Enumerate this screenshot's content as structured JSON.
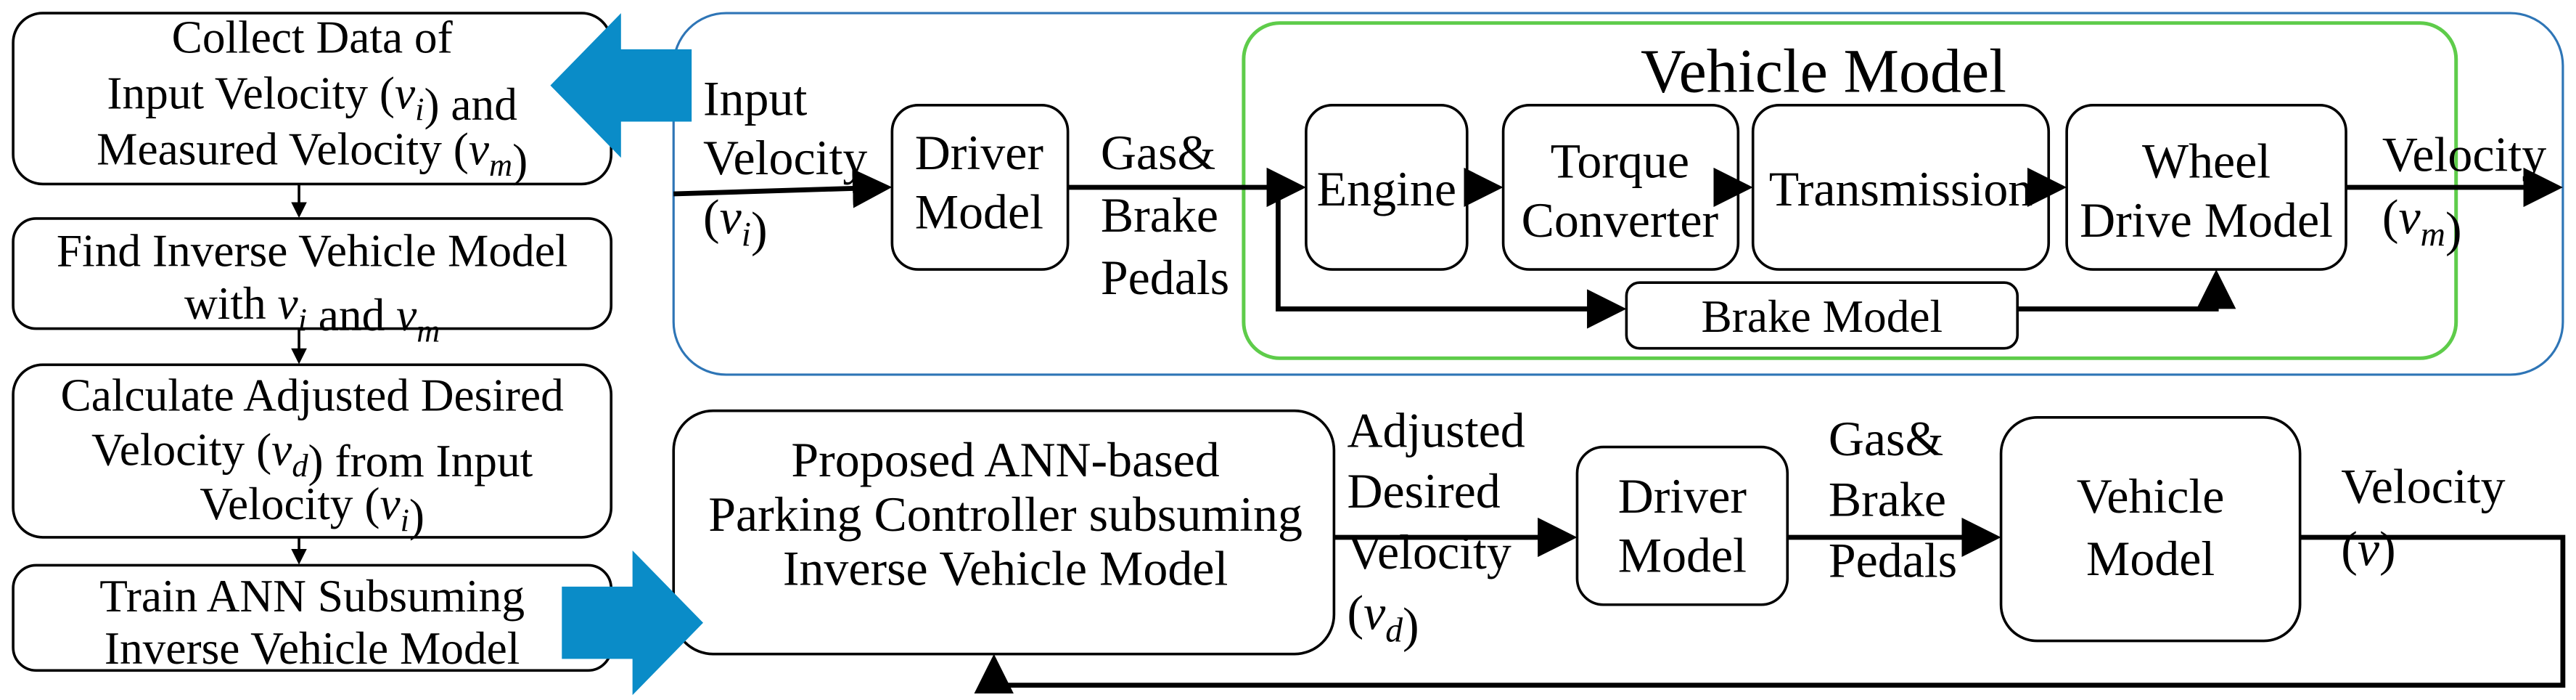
{
  "colors": {
    "system_box": "#2e75b6",
    "vehicle_box": "#5ecc4a",
    "transfer_arrow": "#0a8cc8",
    "line": "#000000"
  },
  "labels": {
    "step_collect": [
      [
        "Collect Data of"
      ],
      [
        "Input Velocity (",
        {
          "v": "v",
          "sub": "i"
        },
        ") and"
      ],
      [
        "Measured Velocity (",
        {
          "v": "v",
          "sub": "m"
        },
        ")"
      ]
    ],
    "step_find": [
      [
        "Find Inverse Vehicle Model"
      ],
      [
        "with ",
        {
          "v": "v",
          "sub": "i"
        },
        " and ",
        {
          "v": "v",
          "sub": "m"
        }
      ]
    ],
    "step_calc": [
      [
        "Calculate Adjusted Desired"
      ],
      [
        "Velocity (",
        {
          "v": "v",
          "sub": "d"
        },
        ") from Input"
      ],
      [
        "Velocity (",
        {
          "v": "v",
          "sub": "i"
        },
        ")"
      ]
    ],
    "step_train": [
      [
        "Train ANN Subsuming"
      ],
      [
        "Inverse Vehicle Model"
      ]
    ],
    "input_velocity": [
      [
        "Input"
      ],
      [
        "Velocity"
      ],
      [
        "(",
        {
          "v": "v",
          "sub": "i"
        },
        ")"
      ]
    ],
    "driver_model_top": [
      [
        "Driver"
      ],
      [
        "Model"
      ]
    ],
    "pedals_top": [
      [
        "Gas&"
      ],
      [
        "Brake"
      ],
      [
        "Pedals"
      ]
    ],
    "vehicle_model_title": [
      [
        "Vehicle Model"
      ]
    ],
    "engine": [
      [
        "Engine"
      ]
    ],
    "torque_converter": [
      [
        "Torque"
      ],
      [
        "Converter"
      ]
    ],
    "transmission": [
      [
        "Transmission"
      ]
    ],
    "wheel_drive_model": [
      [
        "Wheel"
      ],
      [
        "Drive Model"
      ]
    ],
    "brake_model": [
      [
        "Brake Model"
      ]
    ],
    "measured_velocity": [
      [
        "Velocity"
      ],
      [
        "(",
        {
          "v": "v",
          "sub": "m"
        },
        ")"
      ]
    ],
    "ann_controller": [
      [
        "Proposed ANN-based"
      ],
      [
        "Parking Controller subsuming"
      ],
      [
        "Inverse Vehicle Model"
      ]
    ],
    "adjusted_velocity": [
      [
        "Adjusted"
      ],
      [
        "Desired"
      ],
      [
        "Velocity"
      ],
      [
        "(",
        {
          "v": "v",
          "sub": "d"
        },
        ")"
      ]
    ],
    "driver_model_bottom": [
      [
        "Driver"
      ],
      [
        "Model"
      ]
    ],
    "pedals_bottom": [
      [
        "Gas&"
      ],
      [
        "Brake"
      ],
      [
        "Pedals"
      ]
    ],
    "vehicle_model_bottom": [
      [
        "Vehicle"
      ],
      [
        "Model"
      ]
    ],
    "output_velocity": [
      [
        "Velocity"
      ],
      [
        "(",
        {
          "v": "v"
        },
        ")"
      ]
    ]
  }
}
